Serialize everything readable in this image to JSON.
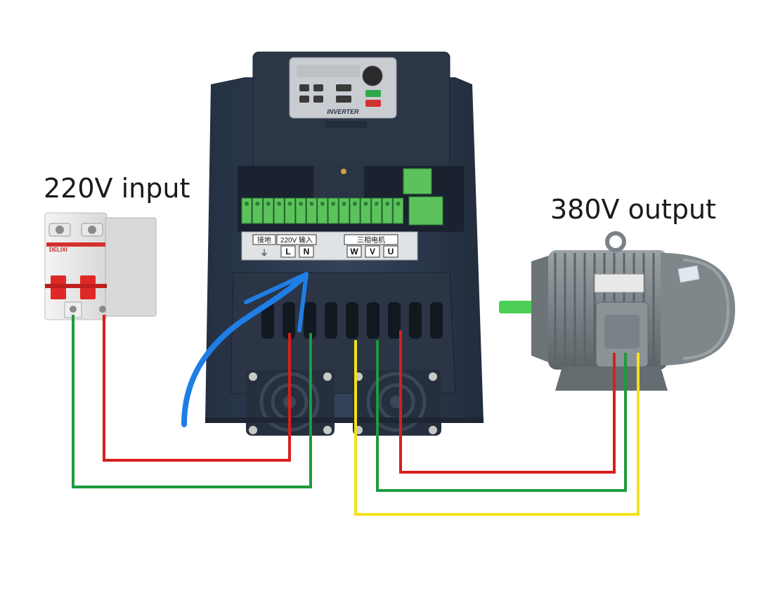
{
  "captions": {
    "input": "220V input",
    "output": "380V output"
  },
  "breaker": {
    "brand": "DELIXI"
  },
  "inverter": {
    "keypad_label": "INVERTER",
    "terminal_labels": {
      "ground": "接地",
      "input_group": "220V 输入",
      "input_terminals": [
        "L",
        "N"
      ],
      "motor_group": "三相电机",
      "motor_terminals": [
        "W",
        "V",
        "U"
      ]
    }
  },
  "colors": {
    "wire_red": "#d81e1e",
    "wire_green": "#1f9a3c",
    "wire_yellow": "#f2e11c",
    "arrow_blue": "#1f7ee6",
    "inverter_body": "#2e3a4c",
    "terminal_green": "#5cc35c",
    "motor_body": "#7b8489",
    "shaft_green": "#4ccf54"
  }
}
